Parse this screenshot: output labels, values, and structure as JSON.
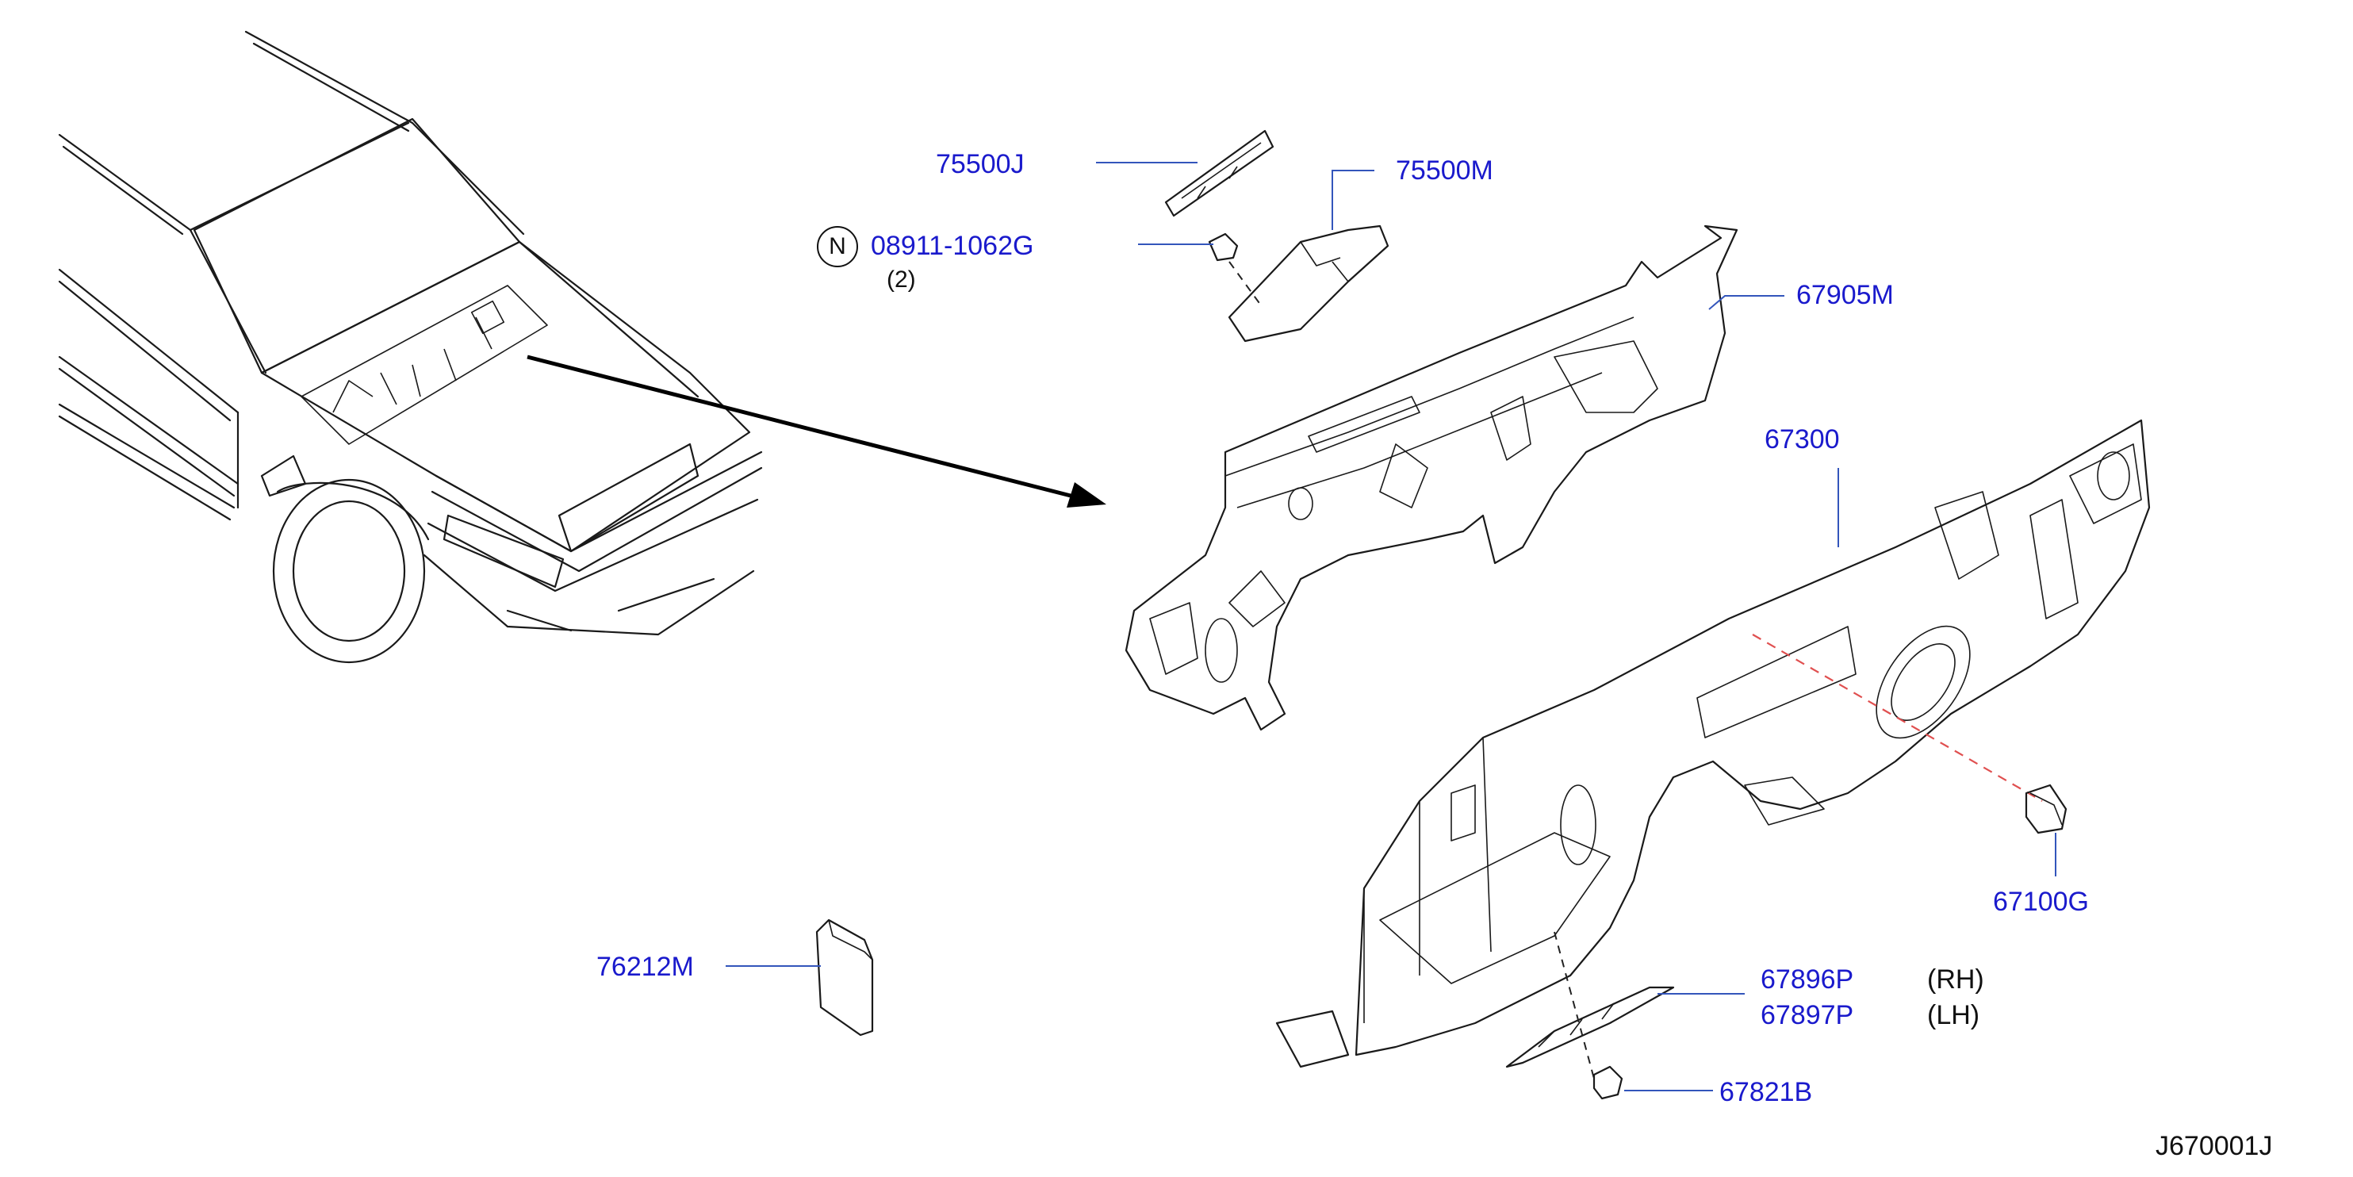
{
  "diagram_code": "J670001J",
  "callouts": [
    {
      "id": "p75500j",
      "part_number": "75500J"
    },
    {
      "id": "p75500m",
      "part_number": "75500M"
    },
    {
      "id": "p08911",
      "part_number": "08911-1062G",
      "prefix_badge": "N",
      "quantity": "(2)"
    },
    {
      "id": "p67905m",
      "part_number": "67905M"
    },
    {
      "id": "p67300",
      "part_number": "67300"
    },
    {
      "id": "p67100g",
      "part_number": "67100G"
    },
    {
      "id": "p76212m",
      "part_number": "76212M"
    },
    {
      "id": "p67896p",
      "part_number": "67896P",
      "side": "(RH)"
    },
    {
      "id": "p67897p",
      "part_number": "67897P",
      "side": "(LH)"
    },
    {
      "id": "p67821b",
      "part_number": "67821B"
    }
  ]
}
